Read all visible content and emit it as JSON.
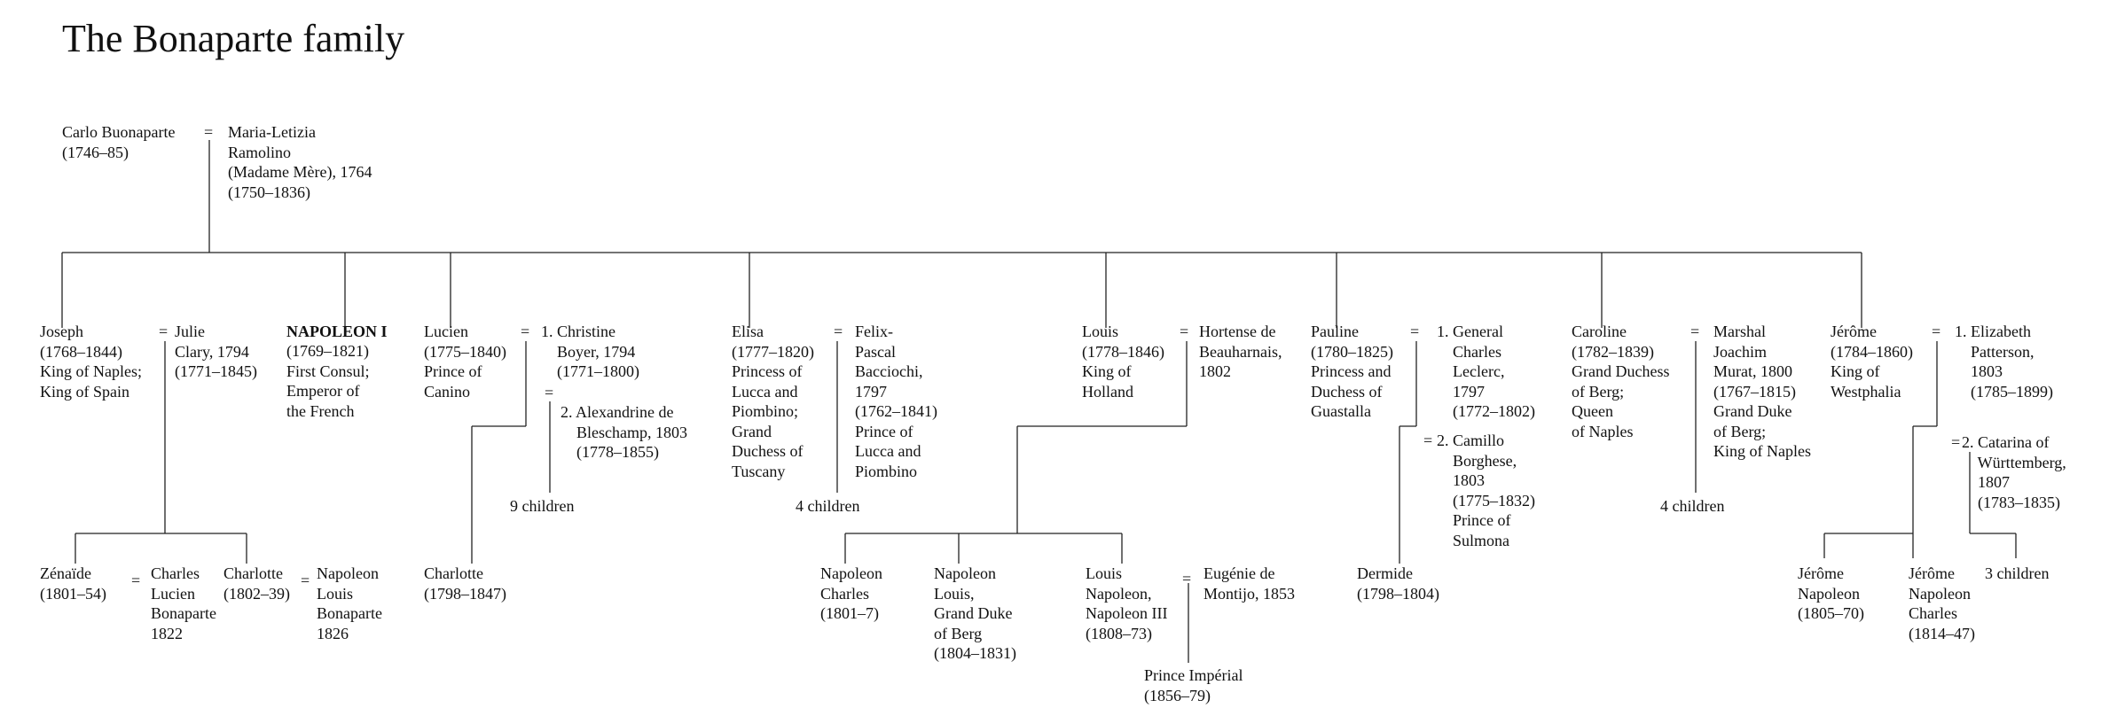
{
  "title": "The Bonaparte family",
  "nodes": {
    "carlo": "Carlo Buonaparte\n(1746–85)",
    "maria": "Maria-Letizia\nRamolino\n(Madame Mère), 1764\n(1750–1836)",
    "joseph": "Joseph\n(1768–1844)\nKing of Naples;\nKing of Spain",
    "julie": "Julie\nClary, 1794\n(1771–1845)",
    "napoleon_name": "NAPOLEON I",
    "napoleon": "(1769–1821)\nFirst Consul;\nEmperor of\nthe French",
    "lucien": "Lucien\n(1775–1840)\nPrince of\nCanino",
    "christine": "1. Christine\n    Boyer, 1794\n    (1771–1800)",
    "alexandrine": "2. Alexandrine de\n    Bleschamp, 1803\n    (1778–1855)",
    "lucien_children": "9 children",
    "elisa": "Elisa\n(1777–1820)\nPrincess of\nLucca and\nPiombino;\nGrand\nDuchess of\nTuscany",
    "felix": "Felix-\nPascal\nBacciochi,\n1797\n(1762–1841)\nPrince of\nLucca and\nPiombino",
    "elisa_children": "4 children",
    "louis": "Louis\n(1778–1846)\nKing of\nHolland",
    "hortense": "Hortense de\nBeauharnais,\n1802",
    "pauline": "Pauline\n(1780–1825)\nPrincess and\nDuchess of\nGuastalla",
    "leclerc": "1. General\n    Charles\n    Leclerc,\n    1797\n    (1772–1802)",
    "borghese": "2. Camillo\n    Borghese,\n    1803\n    (1775–1832)\n    Prince of\n    Sulmona",
    "caroline": "Caroline\n(1782–1839)\nGrand Duchess\nof Berg;\nQueen\nof Naples",
    "murat": "Marshal\nJoachim\nMurat, 1800\n(1767–1815)\nGrand Duke\nof Berg;\nKing of Naples",
    "caroline_children": "4 children",
    "jerome": "Jérôme\n(1784–1860)\nKing of\nWestphalia",
    "patterson": "1. Elizabeth\n    Patterson,\n    1803\n    (1785–1899)",
    "catarina": "2. Catarina of\n    Württemberg,\n    1807\n    (1783–1835)",
    "zenaide": "Zénaïde\n(1801–54)",
    "charles_lucien": "Charles\nLucien\nBonaparte\n1822",
    "charlotte_j": "Charlotte\n(1802–39)",
    "napoleon_louis_b": "Napoleon\nLouis\nBonaparte\n1826",
    "charlotte_l": "Charlotte\n(1798–1847)",
    "napoleon_charles": "Napoleon\nCharles\n(1801–7)",
    "napoleon_louis": "Napoleon\nLouis,\nGrand Duke\nof Berg\n(1804–1831)",
    "louis_napoleon": "Louis\nNapoleon,\nNapoleon III\n(1808–73)",
    "eugenie": "Eugénie de\nMontijo, 1853",
    "prince_imperial": "Prince Impérial\n(1856–79)",
    "dermide": "Dermide\n(1798–1804)",
    "jerome_napoleon": "Jérôme\nNapoleon\n(1805–70)",
    "jerome_napoleon_charles": "Jérôme\nNapoleon\nCharles\n(1814–47)",
    "jerome_children": "3 children"
  },
  "marriage_symbol": "="
}
